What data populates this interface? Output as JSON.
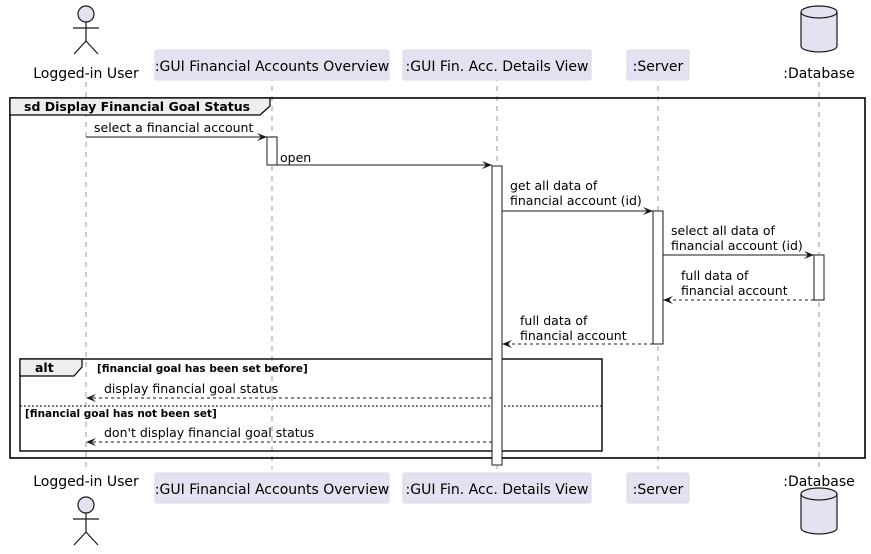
{
  "participants": [
    {
      "id": "user",
      "kind": "actor",
      "label": "Logged-in User"
    },
    {
      "id": "overview",
      "kind": "participant",
      "label": ":GUI Financial Accounts Overview"
    },
    {
      "id": "details",
      "kind": "participant",
      "label": ":GUI Fin. Acc. Details View"
    },
    {
      "id": "server",
      "kind": "participant",
      "label": ":Server"
    },
    {
      "id": "database",
      "kind": "database",
      "label": ":Database"
    }
  ],
  "frame": {
    "title": "sd Display Financial Goal Status"
  },
  "messages": [
    {
      "from": "user",
      "to": "overview",
      "style": "solid",
      "lines": [
        "select a financial account"
      ]
    },
    {
      "from": "overview",
      "to": "details",
      "style": "solid",
      "lines": [
        "open"
      ]
    },
    {
      "from": "details",
      "to": "server",
      "style": "solid",
      "lines": [
        "get all data of",
        "financial account (id)"
      ]
    },
    {
      "from": "server",
      "to": "database",
      "style": "solid",
      "lines": [
        "select all data of",
        "financial account (id)"
      ]
    },
    {
      "from": "database",
      "to": "server",
      "style": "dashed",
      "lines": [
        "full data of",
        "financial account"
      ]
    },
    {
      "from": "server",
      "to": "details",
      "style": "dashed",
      "lines": [
        "full data of",
        "financial account"
      ]
    },
    {
      "from": "details",
      "to": "user",
      "style": "dashed",
      "lines": [
        "display financial goal status"
      ]
    },
    {
      "from": "details",
      "to": "user",
      "style": "dashed",
      "lines": [
        "don't display financial goal status"
      ]
    }
  ],
  "alt": {
    "keyword": "alt",
    "guards": [
      "[financial goal has been set before]",
      "[financial goal has not been set]"
    ]
  },
  "colors": {
    "participant_fill": "#E2E2F0",
    "lifeline": "#999999",
    "line": "#181818",
    "frame_tab": "#EEEEEE"
  }
}
